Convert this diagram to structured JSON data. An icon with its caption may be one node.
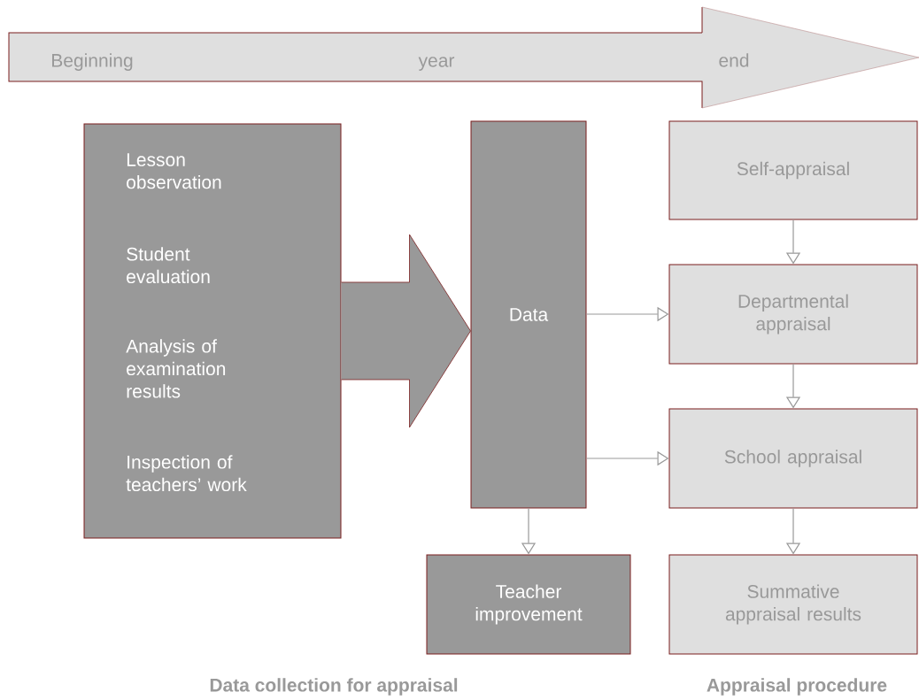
{
  "diagram": {
    "nodes": [
      {
        "text": [
          "Beginning",
          "year",
          "end"
        ]
      },
      {
        "text": [
          "Lesson observation",
          "Student evaluation",
          "Analysis of examination results",
          "Inspection of teachers’ work"
        ]
      },
      {
        "text": [
          "Data"
        ]
      },
      {
        "text": [
          "Teacher improvement"
        ]
      },
      {
        "text": [
          "Self-appraisal"
        ]
      },
      {
        "text": [
          "Departmental appraisal"
        ]
      },
      {
        "text": [
          "School appraisal"
        ]
      },
      {
        "text": [
          "Summative appraisal results"
        ]
      }
    ],
    "edges": [
      {
        "from": 1,
        "to": 2,
        "arrow": "to",
        "style": "thick",
        "color": "#999999"
      },
      {
        "from": 2,
        "to": 5,
        "arrow": "to"
      },
      {
        "from": 2,
        "to": 6,
        "arrow": "to"
      },
      {
        "from": 2,
        "to": 3,
        "arrow": "to"
      },
      {
        "from": 4,
        "to": 5,
        "arrow": "to"
      },
      {
        "from": 5,
        "to": 6,
        "arrow": "to"
      },
      {
        "from": 6,
        "to": 7,
        "arrow": "to"
      }
    ],
    "labels": [
      "Data collection for appraisal",
      "Appraisal procedure"
    ]
  }
}
